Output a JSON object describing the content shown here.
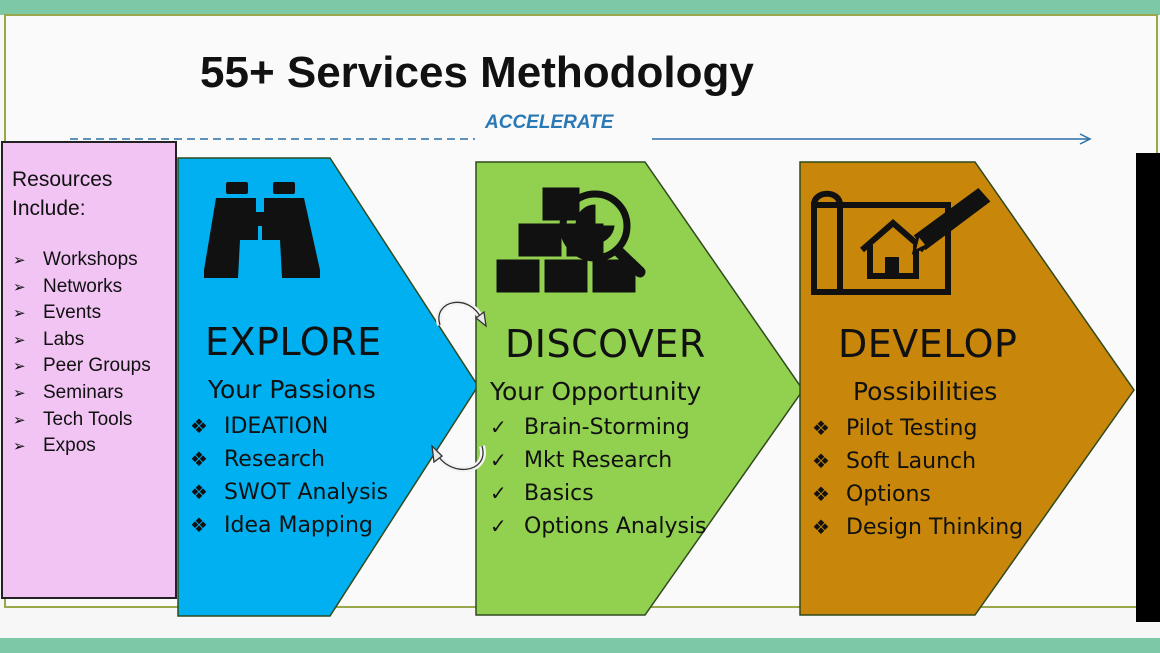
{
  "title": "55+ Services Methodology",
  "accelerate_label": "ACCELERATE",
  "resources": {
    "heading": "Resources Include:",
    "items": [
      "Workshops",
      "Networks",
      "Events",
      "Labs",
      "Peer Groups",
      "Seminars",
      "Tech Tools",
      "Expos"
    ]
  },
  "stages": [
    {
      "title": "EXPLORE",
      "subtitle": "Your Passions",
      "color": "#00b0f0",
      "icon": "binoculars-icon",
      "bullet": "❖",
      "items": [
        "IDEATION",
        "Research",
        "SWOT Analysis",
        "Idea Mapping"
      ]
    },
    {
      "title": "DISCOVER",
      "subtitle": "Your Opportunity",
      "color": "#92d050",
      "icon": "boxes-magnifier-icon",
      "bullet": "✓",
      "items": [
        "Brain-Storming",
        "Mkt Research",
        "Basics",
        "Options Analysis"
      ]
    },
    {
      "title": "DEVELOP",
      "subtitle": "Possibilities",
      "color": "#c8860a",
      "icon": "house-blueprint-icon",
      "bullet": "❖",
      "items": [
        "Pilot Testing",
        "Soft Launch",
        "Options",
        "Design Thinking"
      ]
    }
  ]
}
